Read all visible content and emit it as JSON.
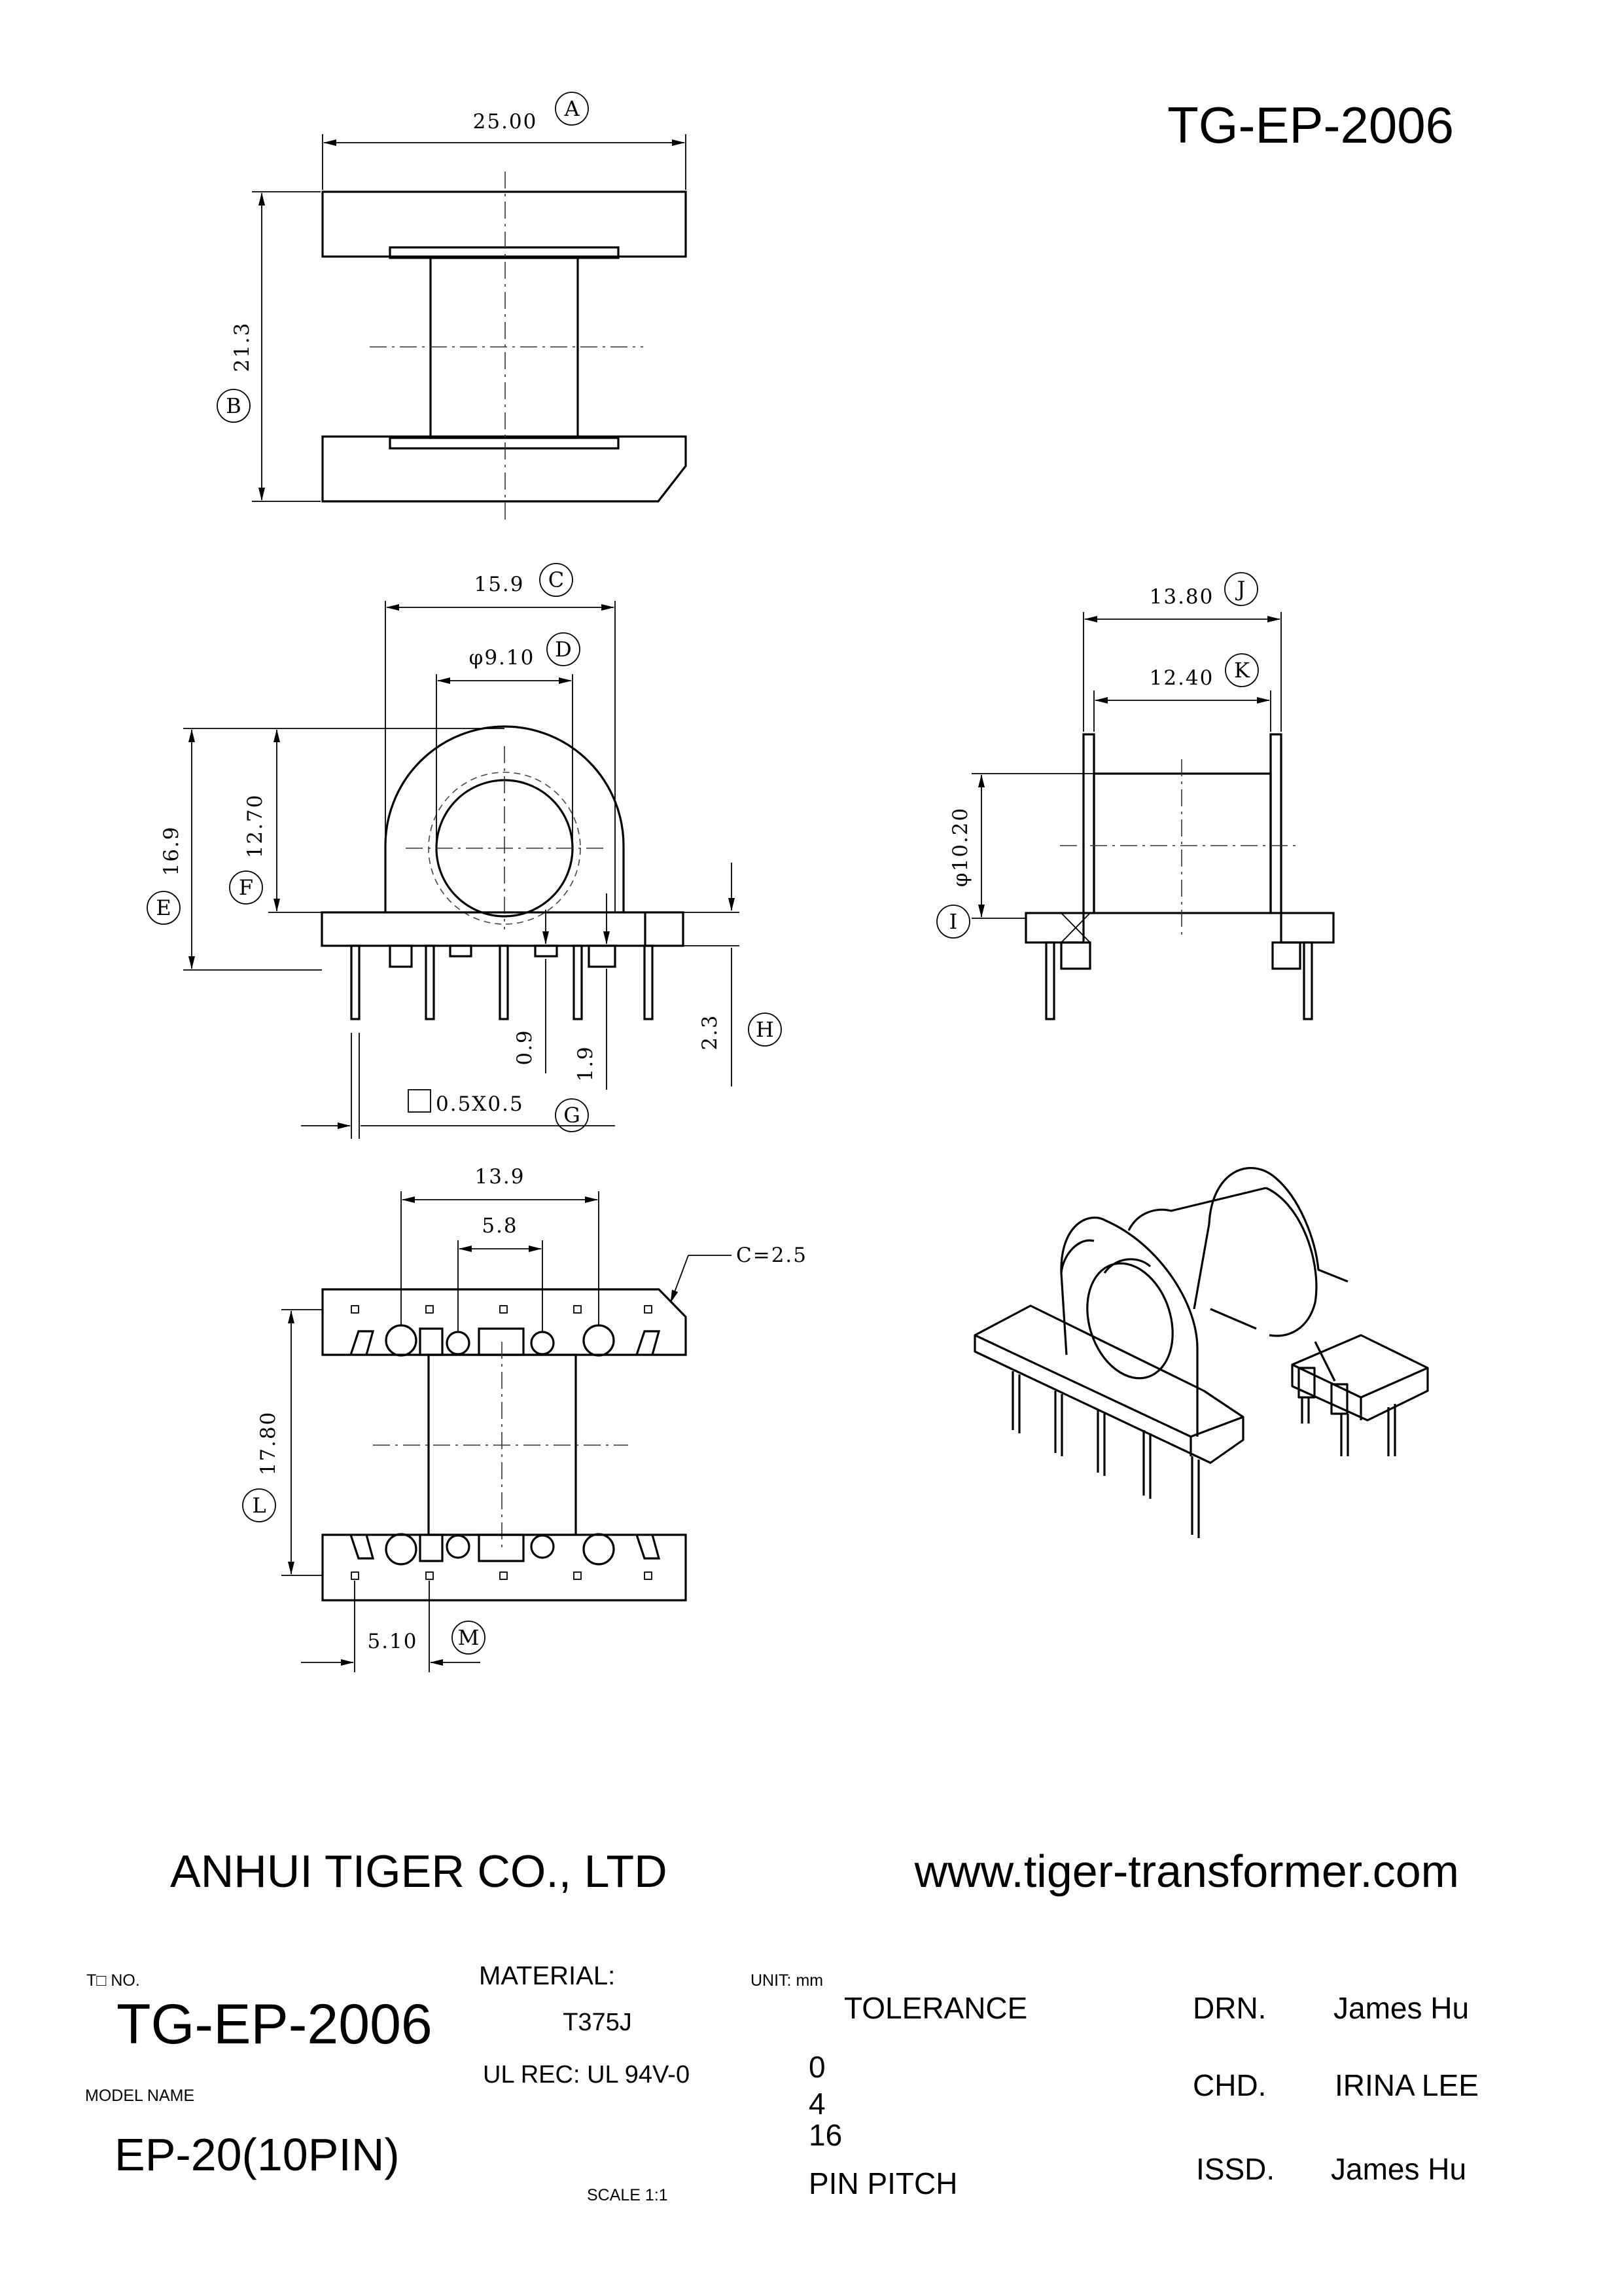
{
  "drawing_number": "TG-EP-2006",
  "company": "ANHUI TIGER CO., LTD",
  "website": "www.tiger-transformer.com",
  "dimensions": {
    "A": {
      "letter": "A",
      "value": "25.00"
    },
    "B": {
      "letter": "B",
      "value": "21.3"
    },
    "C": {
      "letter": "C",
      "value": "15.9"
    },
    "D": {
      "letter": "D",
      "value": "φ9.10"
    },
    "E": {
      "letter": "E",
      "value": "16.9"
    },
    "F": {
      "letter": "F",
      "value": "12.70"
    },
    "G": {
      "letter": "G",
      "value": "0.5X0.5"
    },
    "H": {
      "letter": "H",
      "value": "2.3"
    },
    "I": {
      "letter": "I",
      "value": "φ10.20"
    },
    "J": {
      "letter": "J",
      "value": "13.80"
    },
    "K": {
      "letter": "K",
      "value": "12.40"
    },
    "L": {
      "letter": "L",
      "value": "17.80"
    },
    "M": {
      "letter": "M",
      "value": "5.10"
    },
    "pin_offset_1": "0.9",
    "pin_offset_2": "1.9",
    "bottom_width": "13.9",
    "bottom_inner": "5.8",
    "chamfer": "C=2.5"
  },
  "title_block": {
    "tno_label": "T□ NO.",
    "tno_value": "TG-EP-2006",
    "model_label": "MODEL NAME",
    "model_value": "EP-20(10PIN)",
    "material_label": "MATERIAL:",
    "material_value": "T375J",
    "ul_rec": "UL REC: UL 94V-0",
    "scale": "SCALE 1:1",
    "unit": "UNIT: mm",
    "tolerance_label": "TOLERANCE",
    "tol_values": [
      "0",
      "4",
      "16"
    ],
    "pin_pitch": "PIN PITCH",
    "drn_label": "DRN.",
    "drn_value": "James Hu",
    "chd_label": "CHD.",
    "chd_value": "IRINA LEE",
    "issd_label": "ISSD.",
    "issd_value": "James Hu"
  }
}
